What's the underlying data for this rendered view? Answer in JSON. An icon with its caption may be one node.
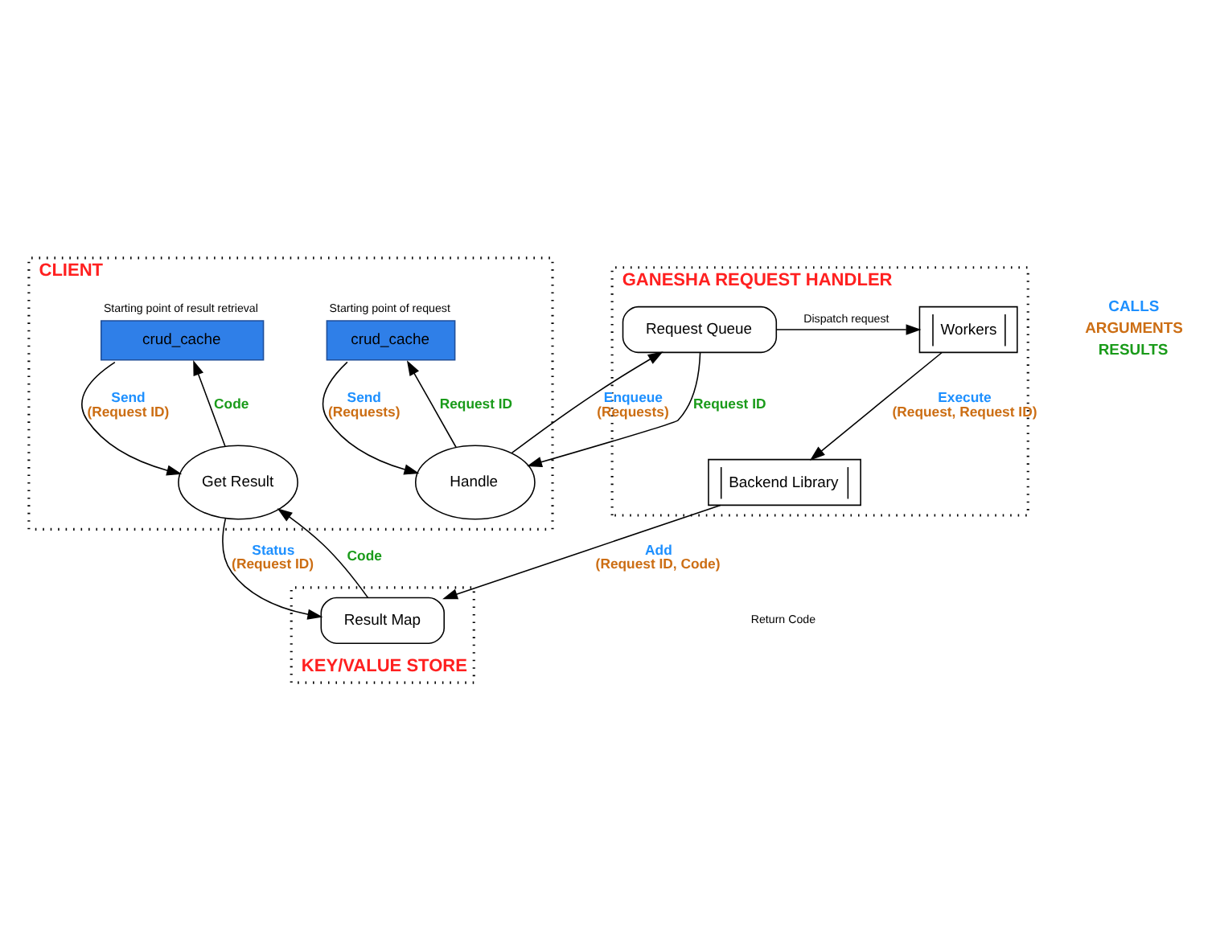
{
  "diagram": {
    "nodes": [
      {
        "text": [
          "CLIENT"
        ]
      },
      {
        "text": [
          "crud_cache"
        ],
        "beside": [
          "Starting point of request"
        ],
        "in": 0
      },
      {
        "text": [
          "crud_cache"
        ],
        "beside": [
          "Starting point of result retrieval"
        ],
        "in": 0
      },
      {
        "text": [
          "Handle"
        ],
        "in": 0
      },
      {
        "text": [
          "Get Result"
        ],
        "in": 0
      },
      {
        "text": [
          "GANESHA REQUEST HANDLER"
        ]
      },
      {
        "text": [
          "Workers"
        ],
        "in": 5
      },
      {
        "text": [
          "Request Queue"
        ],
        "in": 5
      },
      {
        "text": [
          "Backend Library"
        ],
        "in": 5
      },
      {
        "text": [
          "KEY/VALUE STORE"
        ]
      },
      {
        "text": [
          "Result Map"
        ],
        "in": 9
      }
    ],
    "edges": [
      {
        "from": 1,
        "to": 3,
        "arrow": "to",
        "label": "Send (Requests)"
      },
      {
        "from": 3,
        "to": 1,
        "arrow": "to",
        "label": "Request ID"
      },
      {
        "from": 2,
        "to": 4,
        "arrow": "to",
        "label": "Send (Request ID)"
      },
      {
        "from": 4,
        "to": 2,
        "arrow": "to",
        "label": "Code"
      },
      {
        "from": 3,
        "to": 7,
        "arrow": "to",
        "label": "Enqueue (Requests)"
      },
      {
        "from": 7,
        "to": 3,
        "arrow": "to",
        "label": "Request ID"
      },
      {
        "from": 4,
        "to": 10,
        "arrow": "to",
        "label": "Status (Request ID)"
      },
      {
        "from": 10,
        "to": 4,
        "arrow": "to",
        "label": "Code"
      },
      {
        "from": 7,
        "to": 6,
        "arrow": "to",
        "label": "Dispatch request"
      },
      {
        "from": 6,
        "to": 8,
        "arrow": "to",
        "label": "Execute (Request, Request ID)"
      },
      {
        "from": 8,
        "to": 10,
        "arrow": "to",
        "label": "Add (Request ID, Code)"
      }
    ],
    "labels": [
      "Return Code"
    ],
    "legend": [
      {
        "text": "CALLS",
        "color": "#1e90ff"
      },
      {
        "text": "ARGUMENTS",
        "color": "#cc6e14"
      },
      {
        "text": "RESULTS",
        "color": "#1a9b1a"
      }
    ]
  }
}
